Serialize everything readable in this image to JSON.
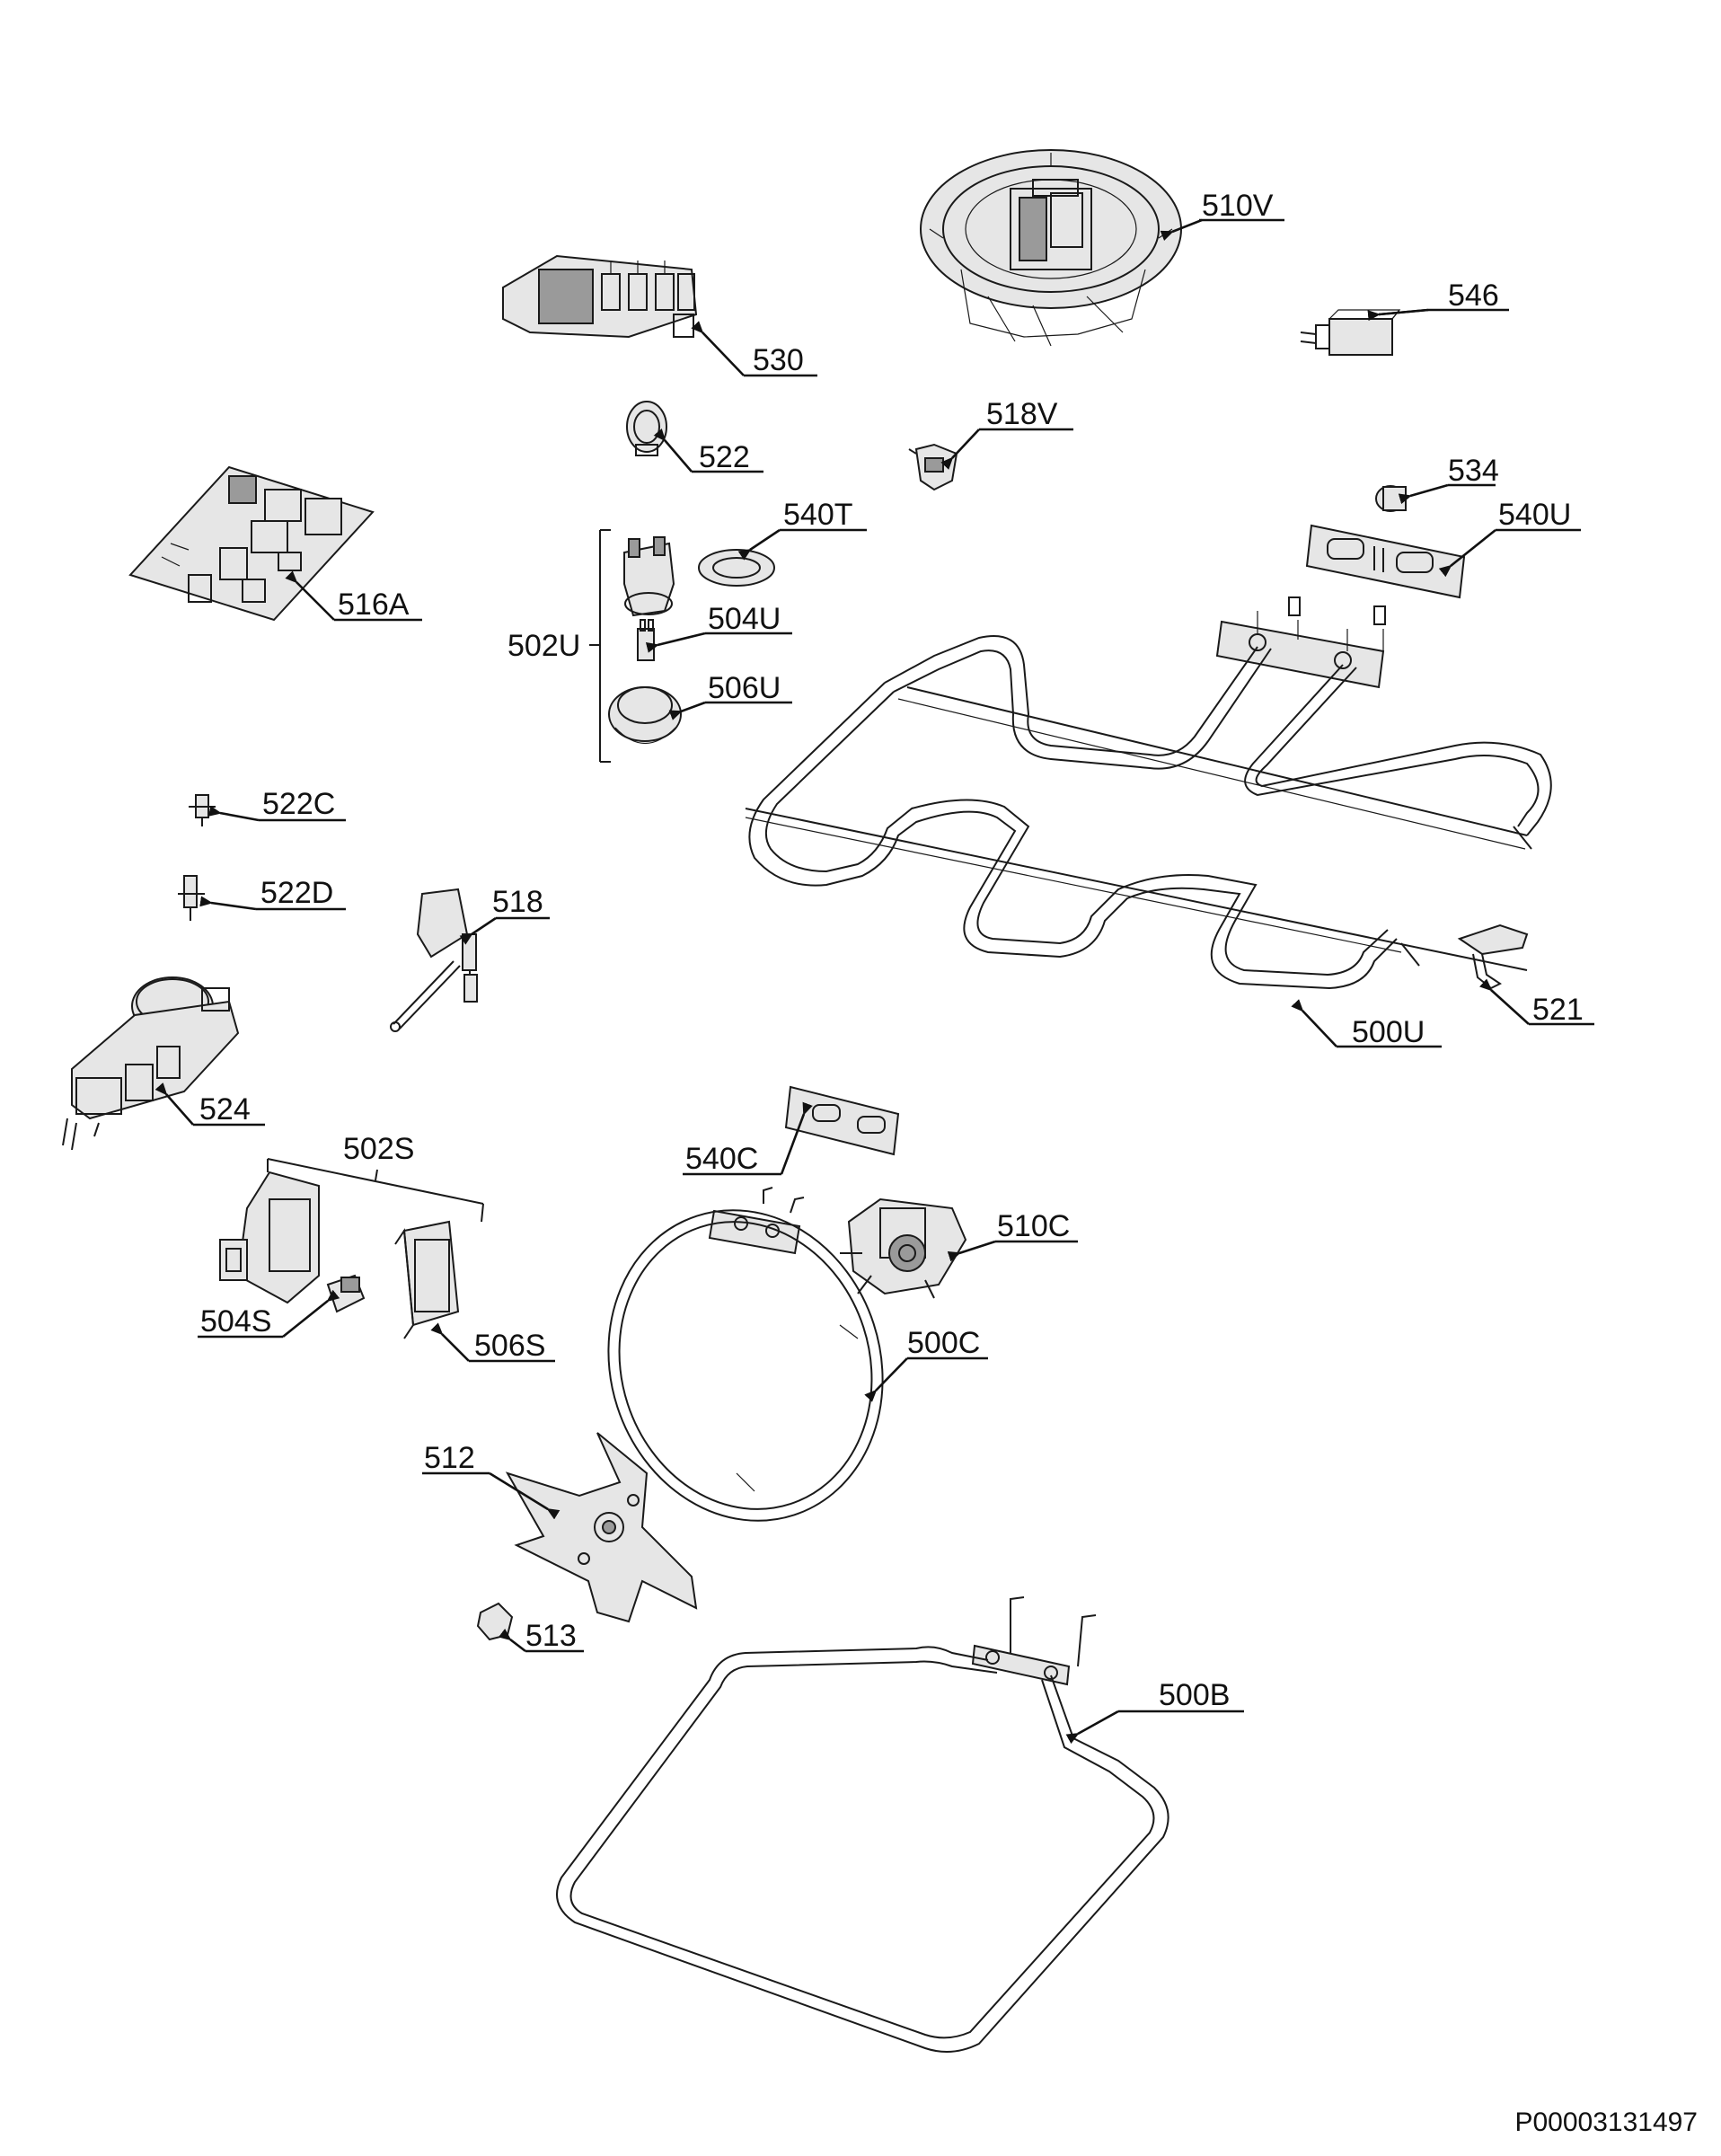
{
  "document_id": "P00003131497",
  "labels": {
    "l510V": "510V",
    "l546": "546",
    "l530": "530",
    "l518V": "518V",
    "l522": "522",
    "l534": "534",
    "l540T": "540T",
    "l540U": "540U",
    "l516A": "516A",
    "l502U": "502U",
    "l504U": "504U",
    "l506U": "506U",
    "l522C": "522C",
    "l522D": "522D",
    "l518": "518",
    "l524": "524",
    "l500U": "500U",
    "l521": "521",
    "l540C": "540C",
    "l502S": "502S",
    "l510C": "510C",
    "l504S": "504S",
    "l506S": "506S",
    "l500C": "500C",
    "l512": "512",
    "l513": "513",
    "l500B": "500B"
  }
}
